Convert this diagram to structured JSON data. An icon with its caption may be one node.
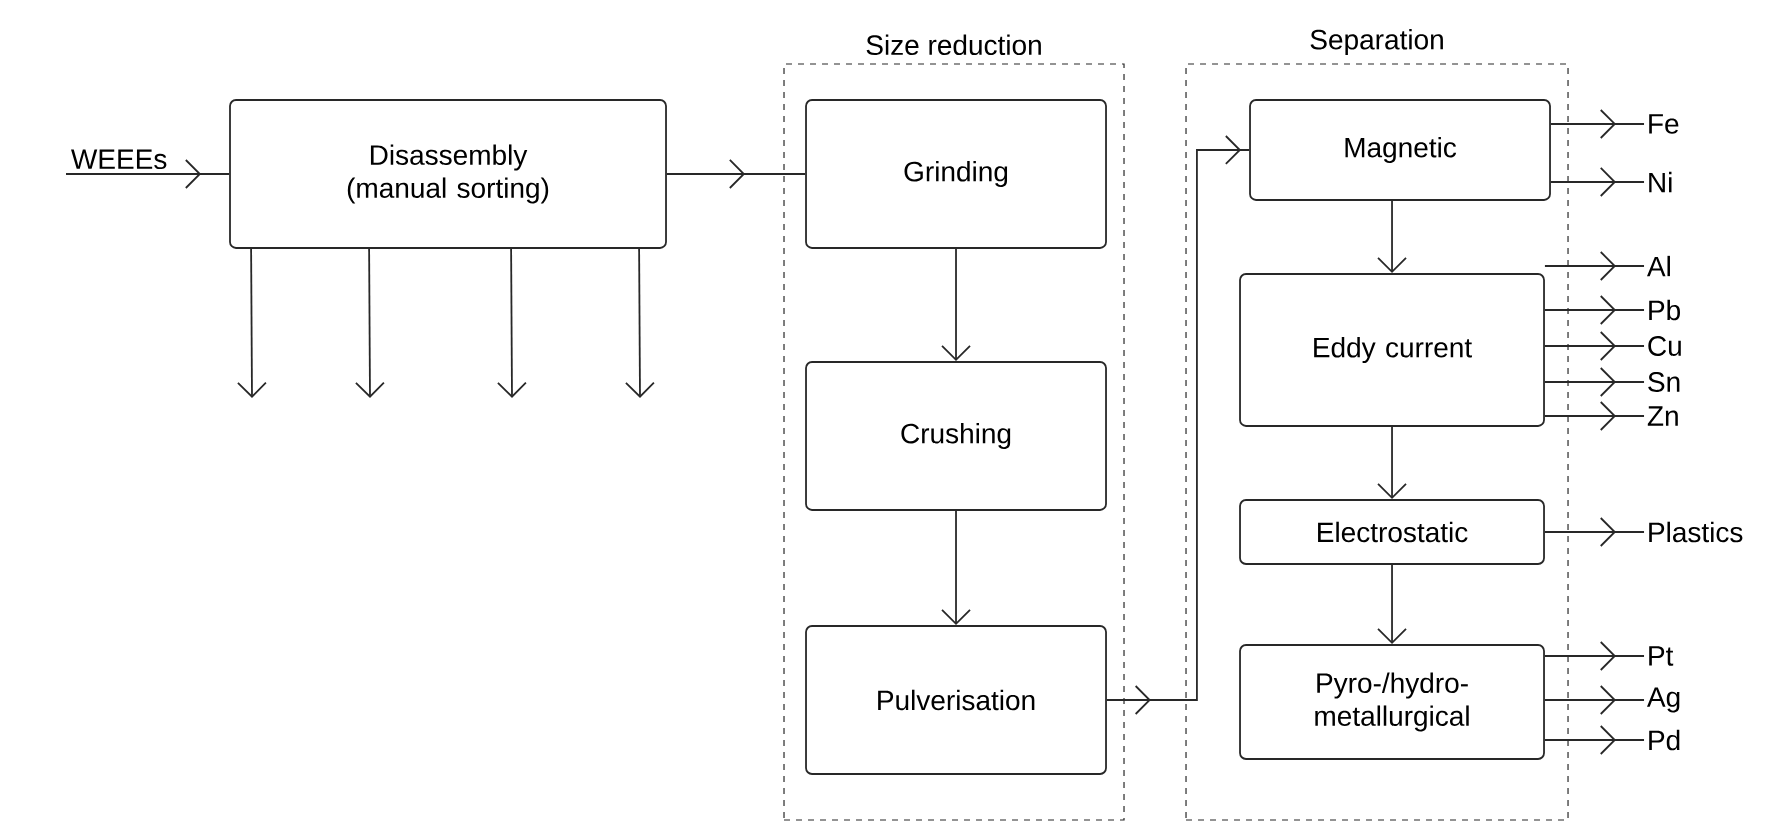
{
  "diagram": {
    "nodes": [
      {
        "text": [
          "WEEEs"
        ]
      },
      {
        "text": [
          "Disassembly (manual sorting)"
        ]
      },
      {
        "text": [
          "Size reduction"
        ]
      },
      {
        "text": [
          "Grinding"
        ],
        "in": 2
      },
      {
        "text": [
          "Crushing"
        ],
        "in": 2
      },
      {
        "text": [
          "Pulverisation"
        ],
        "in": 2
      },
      {
        "text": [
          "Separation"
        ]
      },
      {
        "text": [
          "Magnetic"
        ],
        "in": 6
      },
      {
        "text": [
          "Eddy current"
        ],
        "in": 6
      },
      {
        "text": [
          "Electrostatic"
        ],
        "in": 6
      },
      {
        "text": [
          "Pyro-/hydro- metallurgical"
        ],
        "in": 6
      },
      {
        "text": [
          "Fe"
        ]
      },
      {
        "text": [
          "Ni"
        ]
      },
      {
        "text": [
          "Al"
        ]
      },
      {
        "text": [
          "Pb"
        ]
      },
      {
        "text": [
          "Cu"
        ]
      },
      {
        "text": [
          "Sn"
        ]
      },
      {
        "text": [
          "Zn"
        ]
      },
      {
        "text": [
          "Plastics"
        ]
      },
      {
        "text": [
          "Pt"
        ]
      },
      {
        "text": [
          "Ag"
        ]
      },
      {
        "text": [
          "Pd"
        ]
      }
    ],
    "edges": [
      {
        "from": 0,
        "to": 1,
        "arrow": "to"
      },
      {
        "from": 1,
        "to": null,
        "arrow": "to"
      },
      {
        "from": 1,
        "to": null,
        "arrow": "to"
      },
      {
        "from": 1,
        "to": null,
        "arrow": "to"
      },
      {
        "from": 1,
        "to": null,
        "arrow": "to"
      },
      {
        "from": 1,
        "to": 3,
        "arrow": "to"
      },
      {
        "from": 3,
        "to": 4,
        "arrow": "to"
      },
      {
        "from": 4,
        "to": 5,
        "arrow": "to"
      },
      {
        "from": 5,
        "to": 7,
        "arrow": "to"
      },
      {
        "from": 7,
        "to": 8,
        "arrow": "to"
      },
      {
        "from": 8,
        "to": 9,
        "arrow": "to"
      },
      {
        "from": 9,
        "to": 10,
        "arrow": "to"
      },
      {
        "from": 7,
        "to": 11,
        "arrow": "to"
      },
      {
        "from": 7,
        "to": 12,
        "arrow": "to"
      },
      {
        "from": 8,
        "to": 13,
        "arrow": "to"
      },
      {
        "from": 8,
        "to": 14,
        "arrow": "to"
      },
      {
        "from": 8,
        "to": 15,
        "arrow": "to"
      },
      {
        "from": 8,
        "to": 16,
        "arrow": "to"
      },
      {
        "from": 8,
        "to": 17,
        "arrow": "to"
      },
      {
        "from": 9,
        "to": 18,
        "arrow": "to"
      },
      {
        "from": 10,
        "to": 19,
        "arrow": "to"
      },
      {
        "from": 10,
        "to": 20,
        "arrow": "to"
      },
      {
        "from": 10,
        "to": 21,
        "arrow": "to"
      }
    ]
  }
}
